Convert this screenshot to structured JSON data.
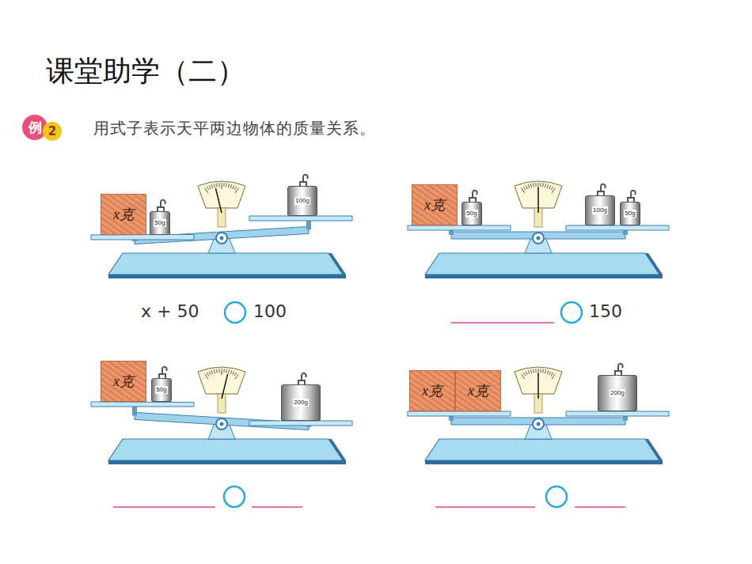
{
  "diagram": {
    "title": "课堂助学（二）",
    "nodes": [
      {
        "text": [
          "例",
          "2"
        ]
      },
      {
        "text": [
          "x克"
        ]
      },
      {
        "text": [
          "50g"
        ]
      },
      {
        "text": [
          "100g"
        ]
      },
      {
        "text": [
          "x克"
        ]
      },
      {
        "text": [
          "50g"
        ]
      },
      {
        "text": [
          "100g"
        ]
      },
      {
        "text": [
          "50g"
        ]
      },
      {
        "text": [
          "x克"
        ]
      },
      {
        "text": [
          "50g"
        ]
      },
      {
        "text": [
          "200g"
        ]
      },
      {
        "text": [
          "x克"
        ]
      },
      {
        "text": [
          "x克"
        ]
      },
      {
        "text": [
          "200g"
        ]
      }
    ],
    "labels": [
      "用式子表示天平两边物体的质量关系。",
      "x + 50",
      "100",
      "150"
    ]
  }
}
